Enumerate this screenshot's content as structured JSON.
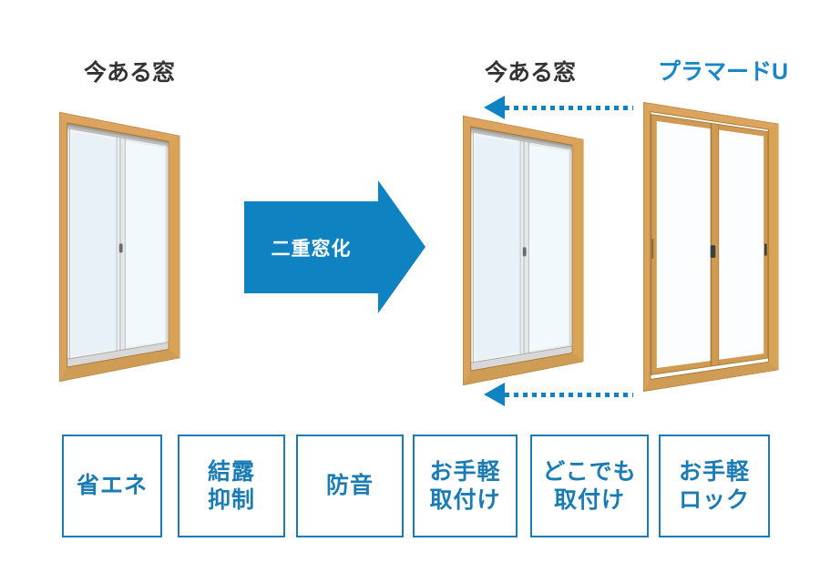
{
  "header_labels": {
    "existing_left": "今ある窓",
    "existing_right": "今ある窓",
    "product": "プラマードU"
  },
  "conversion_arrow": {
    "label": "二重窓化",
    "fill_color": "#0f83c1",
    "text_color": "#ffffff"
  },
  "dotted_arrows": {
    "direction": "left",
    "color": "#0f83c1",
    "positions": [
      "above-existing-window",
      "below-existing-window"
    ]
  },
  "windows": {
    "existing_left": {
      "label": "今ある窓",
      "frame_color": "#d9a35e",
      "sash_color": "#f2f3f3",
      "glass_color": "#e7f1f7"
    },
    "existing_right": {
      "label": "今ある窓",
      "frame_color": "#d9a35e",
      "sash_color": "#f2f3f3",
      "glass_color": "#e7f1f7"
    },
    "product": {
      "label": "プラマードU",
      "frame_color": "#d09a52",
      "sash_color": "#d09a52",
      "glass_color": "#fbfdfe"
    }
  },
  "features": {
    "border_color": "#1b7cb5",
    "text_color": "#1b7cb5",
    "items": [
      {
        "label": "省エネ"
      },
      {
        "label": "結露\n抑制"
      },
      {
        "label": "防音"
      },
      {
        "label": "お手軽\n取付け"
      },
      {
        "label": "どこでも\n取付け"
      },
      {
        "label": "お手軽\nロック"
      }
    ]
  }
}
